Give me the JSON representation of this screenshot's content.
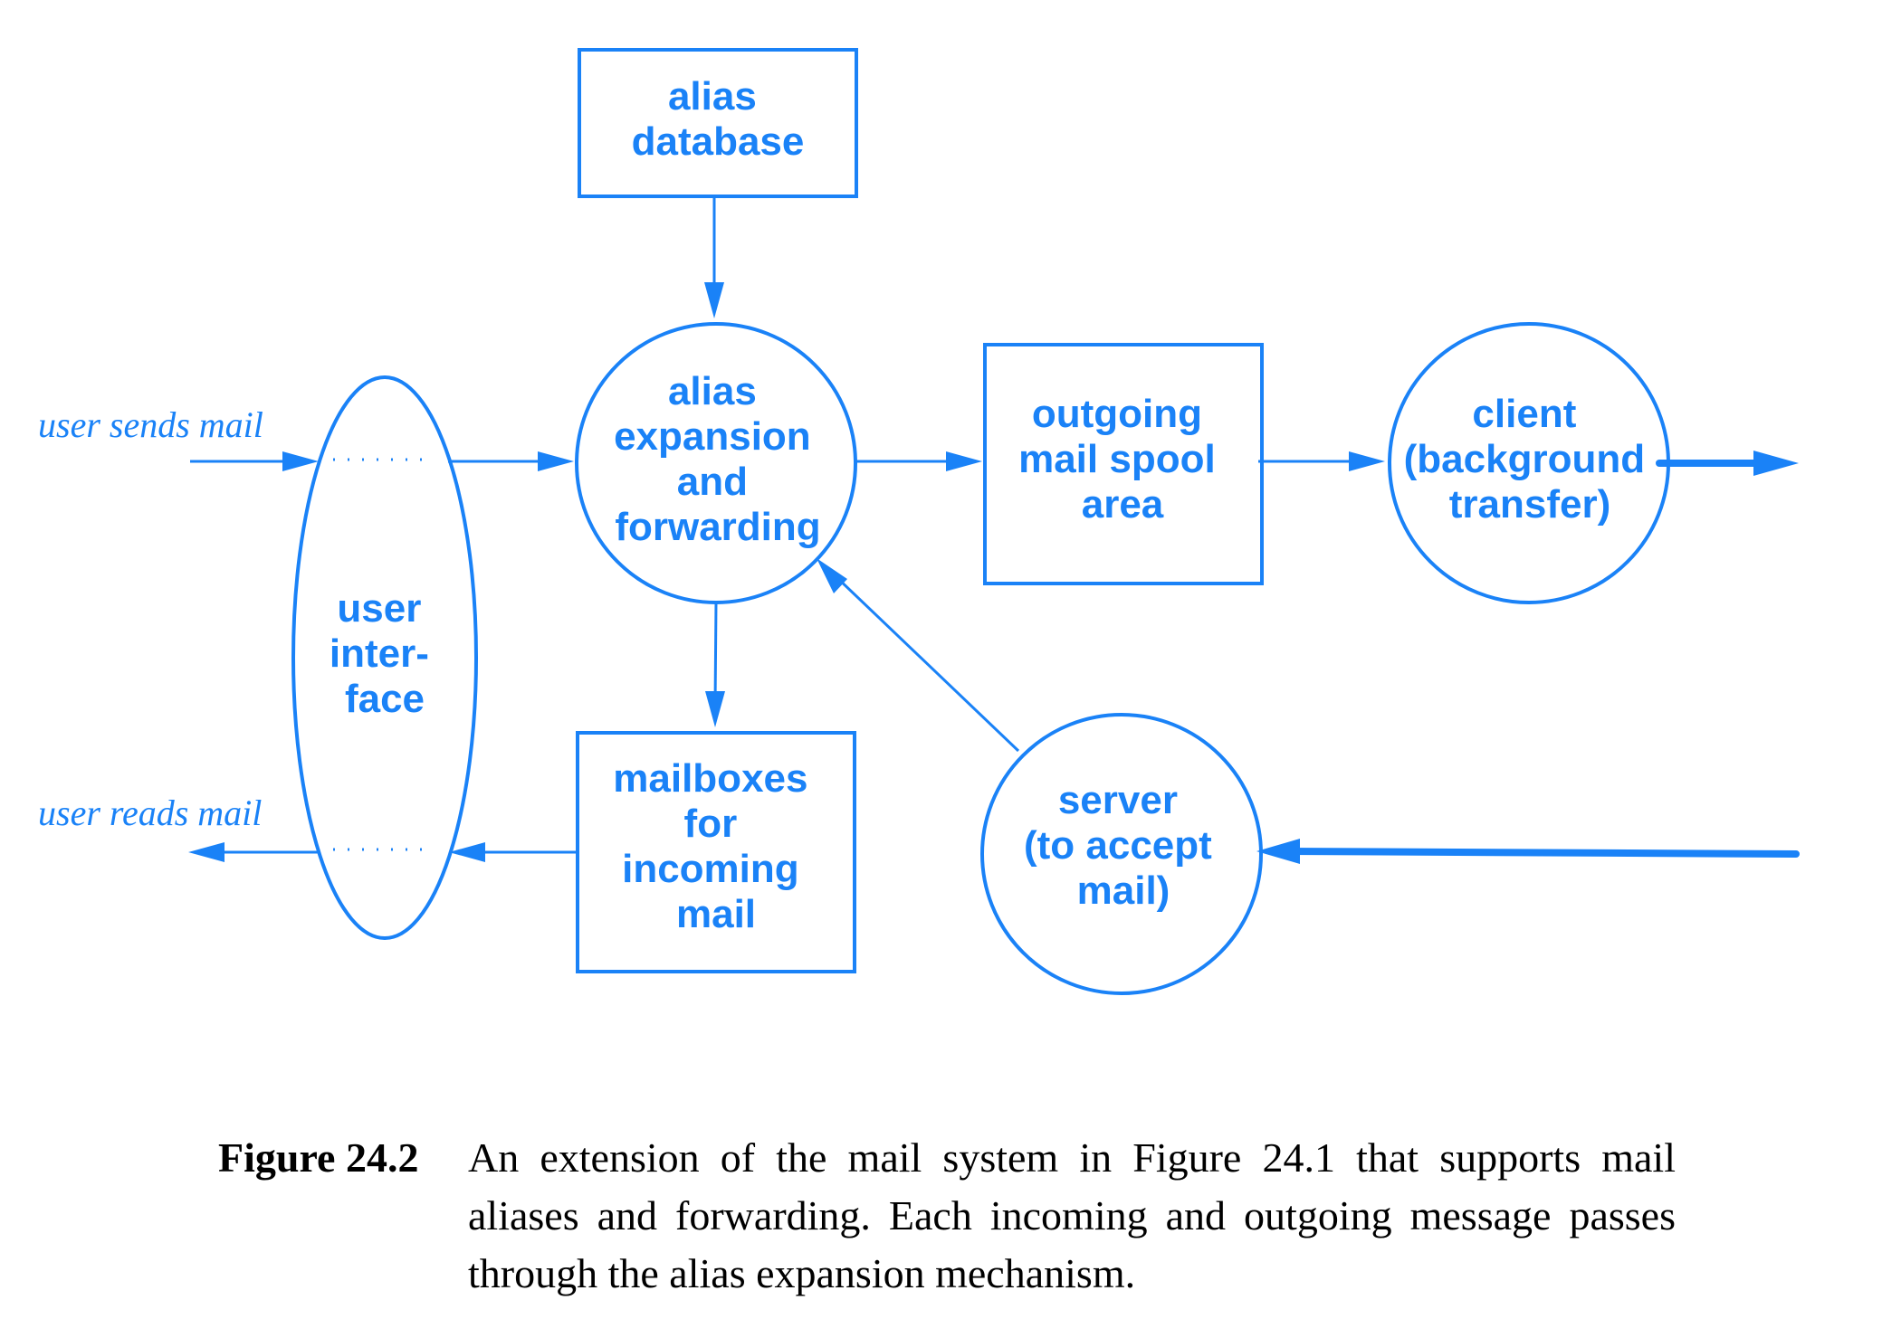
{
  "nodes": {
    "alias_database": {
      "lines": [
        "alias",
        "database"
      ]
    },
    "alias_expansion": {
      "lines": [
        "alias",
        "expansion",
        "and",
        "forwarding"
      ]
    },
    "outgoing_spool": {
      "lines": [
        "outgoing",
        "mail spool",
        "area"
      ]
    },
    "client": {
      "lines": [
        "client",
        "(background",
        "transfer)"
      ]
    },
    "user_interface": {
      "lines": [
        "user",
        "inter-",
        "face"
      ]
    },
    "mailboxes": {
      "lines": [
        "mailboxes",
        "for",
        "incoming",
        "mail"
      ]
    },
    "server": {
      "lines": [
        "server",
        "(to accept",
        "mail)"
      ]
    }
  },
  "edge_labels": {
    "user_sends": "user sends mail",
    "user_reads": "user reads mail"
  },
  "caption": {
    "label": "Figure 24.2",
    "text": "An extension of the mail system in Figure 24.1 that supports mail aliases and forwarding.  Each incoming and outgoing message passes through the alias expansion mechanism."
  },
  "colors": {
    "diagram": "#1a82f7",
    "caption_text": "#000000"
  }
}
